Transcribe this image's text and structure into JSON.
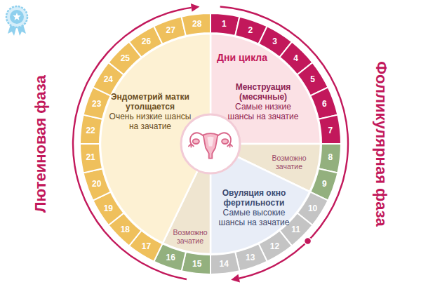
{
  "diagram": {
    "nodes": [
      {
        "text": [
          "Менструация (месячные)",
          "Самые низкие шансы на зачатие"
        ]
      },
      {
        "text": [
          "Возможно зачатие"
        ]
      },
      {
        "text": [
          "Овуляция окно фертильности",
          "Самые высокие шансы на зачатие"
        ]
      },
      {
        "text": [
          "Возможно зачатие"
        ]
      },
      {
        "text": [
          "Эндометрий матки утолщается",
          "Очень низкие шансы на зачатие"
        ]
      }
    ],
    "labels": [
      "Дни цикла",
      "1",
      "2",
      "3",
      "4",
      "5",
      "6",
      "7",
      "8",
      "9",
      "10",
      "11",
      "12",
      "13",
      "14",
      "15",
      "16",
      "17",
      "18",
      "19",
      "20",
      "21",
      "22",
      "23",
      "24",
      "25",
      "26",
      "27",
      "28",
      "Фолликулярная фаза",
      "Лютеиновая фаза"
    ]
  }
}
